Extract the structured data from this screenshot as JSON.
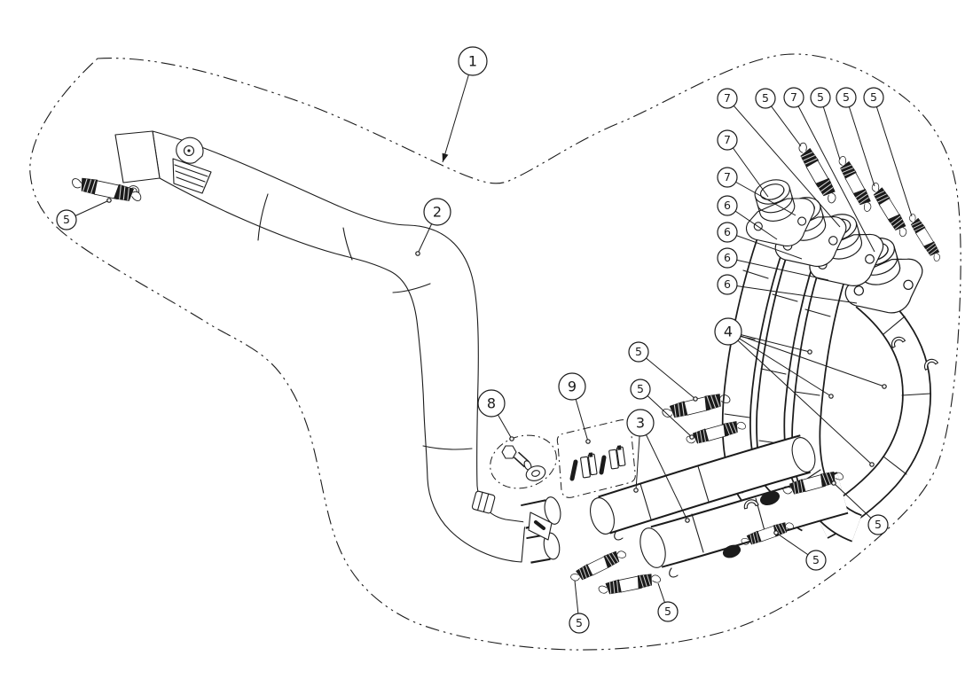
{
  "diagram": {
    "kind": "exploded-parts-diagram",
    "visible_part_numbers": [
      "1",
      "2",
      "3",
      "4",
      "5",
      "6",
      "7",
      "8",
      "9"
    ]
  },
  "colors": {
    "line": "#1b1b1b",
    "background": "#ffffff"
  },
  "callouts": [
    {
      "id": "callout-1",
      "label": "1"
    },
    {
      "id": "callout-2",
      "label": "2"
    },
    {
      "id": "callout-3",
      "label": "3"
    },
    {
      "id": "callout-4",
      "label": "4"
    },
    {
      "id": "callout-5-left",
      "label": "5"
    },
    {
      "id": "callout-5-top-1",
      "label": "5"
    },
    {
      "id": "callout-5-top-2",
      "label": "5"
    },
    {
      "id": "callout-5-top-3",
      "label": "5"
    },
    {
      "id": "callout-5-top-4",
      "label": "5"
    },
    {
      "id": "callout-5-mid-1",
      "label": "5"
    },
    {
      "id": "callout-5-mid-2",
      "label": "5"
    },
    {
      "id": "callout-5-right-1",
      "label": "5"
    },
    {
      "id": "callout-5-right-2",
      "label": "5"
    },
    {
      "id": "callout-5-bottom-1",
      "label": "5"
    },
    {
      "id": "callout-5-bottom-2",
      "label": "5"
    },
    {
      "id": "callout-6-1",
      "label": "6"
    },
    {
      "id": "callout-6-2",
      "label": "6"
    },
    {
      "id": "callout-6-3",
      "label": "6"
    },
    {
      "id": "callout-6-4",
      "label": "6"
    },
    {
      "id": "callout-7-1",
      "label": "7"
    },
    {
      "id": "callout-7-2",
      "label": "7"
    },
    {
      "id": "callout-7-3",
      "label": "7"
    },
    {
      "id": "callout-7-4",
      "label": "7"
    },
    {
      "id": "callout-8",
      "label": "8"
    },
    {
      "id": "callout-9",
      "label": "9"
    }
  ]
}
